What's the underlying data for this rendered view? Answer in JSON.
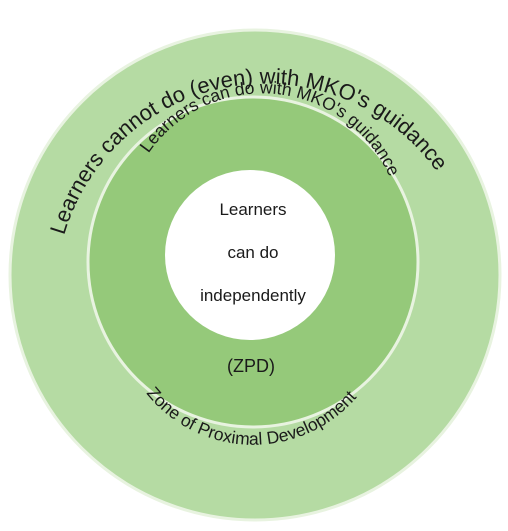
{
  "rings": {
    "outer": {
      "label": "Learners cannot do (even) with MKO's guidance",
      "color": "#b5dba3"
    },
    "middle": {
      "label": "Learners can do with MKO's guidance",
      "color": "#95c97a",
      "lower_label": "Zone of Proximal Development",
      "abbreviation": "(ZPD)"
    },
    "inner": {
      "lines": [
        "Learners",
        "can do",
        "independently"
      ],
      "color": "#ffffff"
    }
  },
  "border_color": "#e8f3e0"
}
